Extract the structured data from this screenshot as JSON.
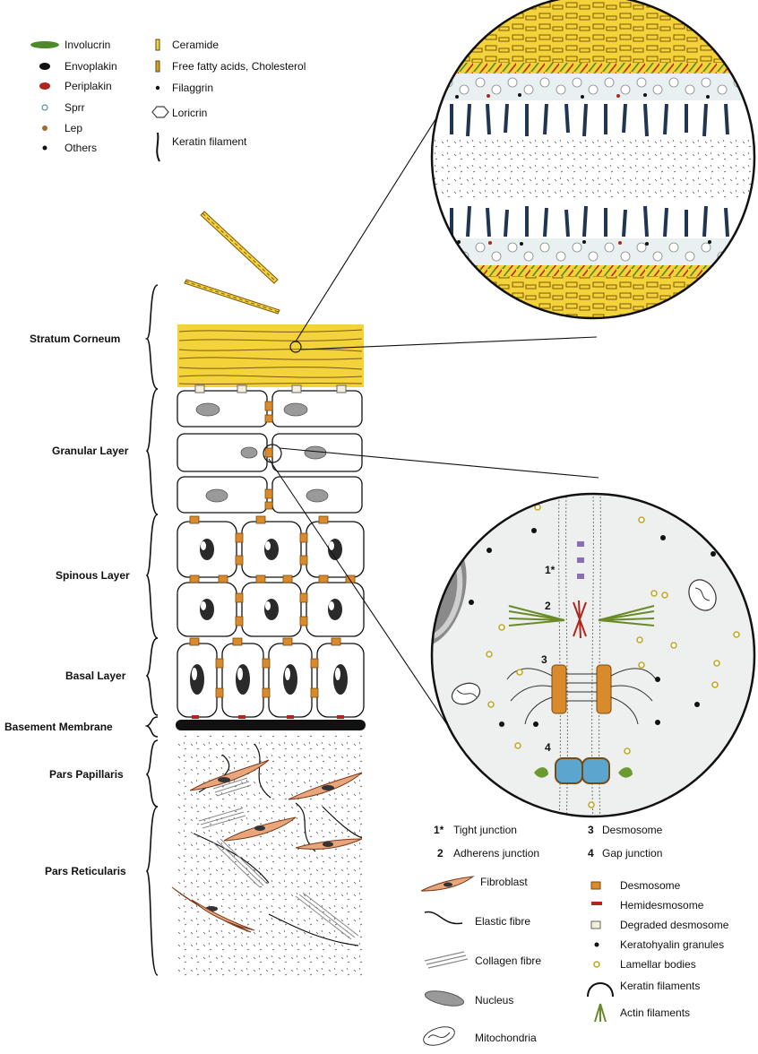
{
  "legend_top": {
    "involucrin": "Involucrin",
    "envoplakin": "Envoplakin",
    "periplakin": "Periplakin",
    "sprr": "Sprr",
    "lep": "Lep",
    "others": "Others",
    "ceramide": "Ceramide",
    "free_fatty_acids": "Free fatty acids, Cholesterol",
    "filaggrin": "Filaggrin",
    "loricrin": "Loricrin",
    "keratin_filament": "Keratin filament"
  },
  "layers": {
    "stratum_corneum": "Stratum Corneum",
    "granular": "Granular Layer",
    "spinous": "Spinous Layer",
    "basal": "Basal Layer",
    "basement": "Basement Membrane",
    "papillaris": "Pars Papillaris",
    "reticularis": "Pars Reticularis"
  },
  "junctions": {
    "n1": "1*",
    "n2": "2",
    "n3": "3",
    "n4": "4",
    "j1": "Tight junction",
    "j2": "Adherens junction",
    "j3": "Desmosome",
    "j4": "Gap junction"
  },
  "legend_bottom": {
    "fibroblast": "Fibroblast",
    "elastic": "Elastic fibre",
    "collagen": "Collagen fibre",
    "nucleus": "Nucleus",
    "mitochondria": "Mitochondria",
    "desmosome": "Desmosome",
    "hemidesmosome": "Hemidesmosome",
    "degraded": "Degraded desmosome",
    "keratohyalin": "Keratohyalin granules",
    "lamellar": "Lamellar bodies",
    "keratin_filaments": "Keratin filaments",
    "actin": "Actin filaments"
  },
  "colors": {
    "involucrin": "#4d8a2a",
    "periplakin": "#b0261e",
    "sprr": "#9ec6cf",
    "lep": "#a06a2e",
    "stratum": "#f4d23a",
    "desmosome": "#d98a2a",
    "fibroblast": "#e9a57c",
    "keratin": "#1f3550",
    "gap": "#5aa6cf"
  }
}
